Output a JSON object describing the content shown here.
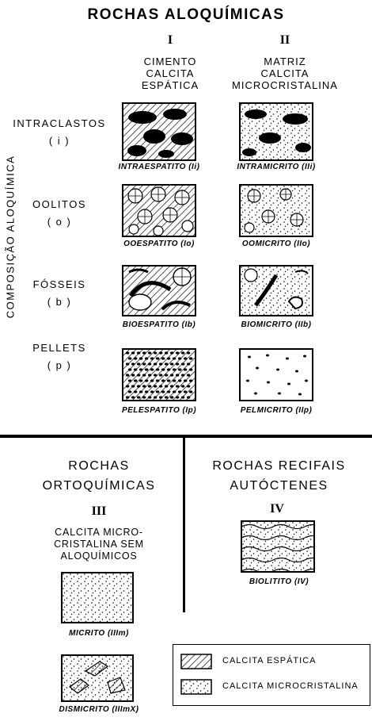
{
  "title": "ROCHAS ALOQUÍMICAS",
  "axis_label": "COMPOSIÇÃO ALOQUÍMICA",
  "columns": [
    {
      "numeral": "I",
      "header": "CIMENTO\nCALCITA\nESPÁTICA"
    },
    {
      "numeral": "II",
      "header": "MATRIZ\nCALCITA\nMICROCRISTALINA"
    }
  ],
  "rows": [
    {
      "label": "INTRACLASTOS\n( i )",
      "cap_left": "INTRAESPATITO (Ii)",
      "cap_right": "INTRAMICRITO (IIi)"
    },
    {
      "label": "OOLITOS\n( o )",
      "cap_left": "OOESPATITO (Io)",
      "cap_right": "OOMICRITO (IIo)"
    },
    {
      "label": "FÓSSEIS\n( b )",
      "cap_left": "BIOESPATITO (Ib)",
      "cap_right": "BIOMICRITO (IIb)"
    },
    {
      "label": "PELLETS\n( p )",
      "cap_left": "PELESPATITO (Ip)",
      "cap_right": "PELMICRITO (IIp)"
    }
  ],
  "ortho": {
    "title": "ROCHAS\nORTOQUÍMICAS",
    "numeral": "III",
    "desc": "CALCITA MICRO-\nCRISTALINA SEM\nALOQUÍMICOS",
    "cap1": "MICRITO (IIIm)",
    "cap2": "DISMICRITO (IIImX)"
  },
  "reef": {
    "title": "ROCHAS RECIFAIS\nAUTÓCTENES",
    "numeral": "IV",
    "cap": "BIOLITITO (IV)"
  },
  "legend": [
    {
      "pattern": "hatch",
      "label": "CALCITA ESPÁTICA"
    },
    {
      "pattern": "dots",
      "label": "CALCITA MICROCRISTALINA"
    }
  ]
}
